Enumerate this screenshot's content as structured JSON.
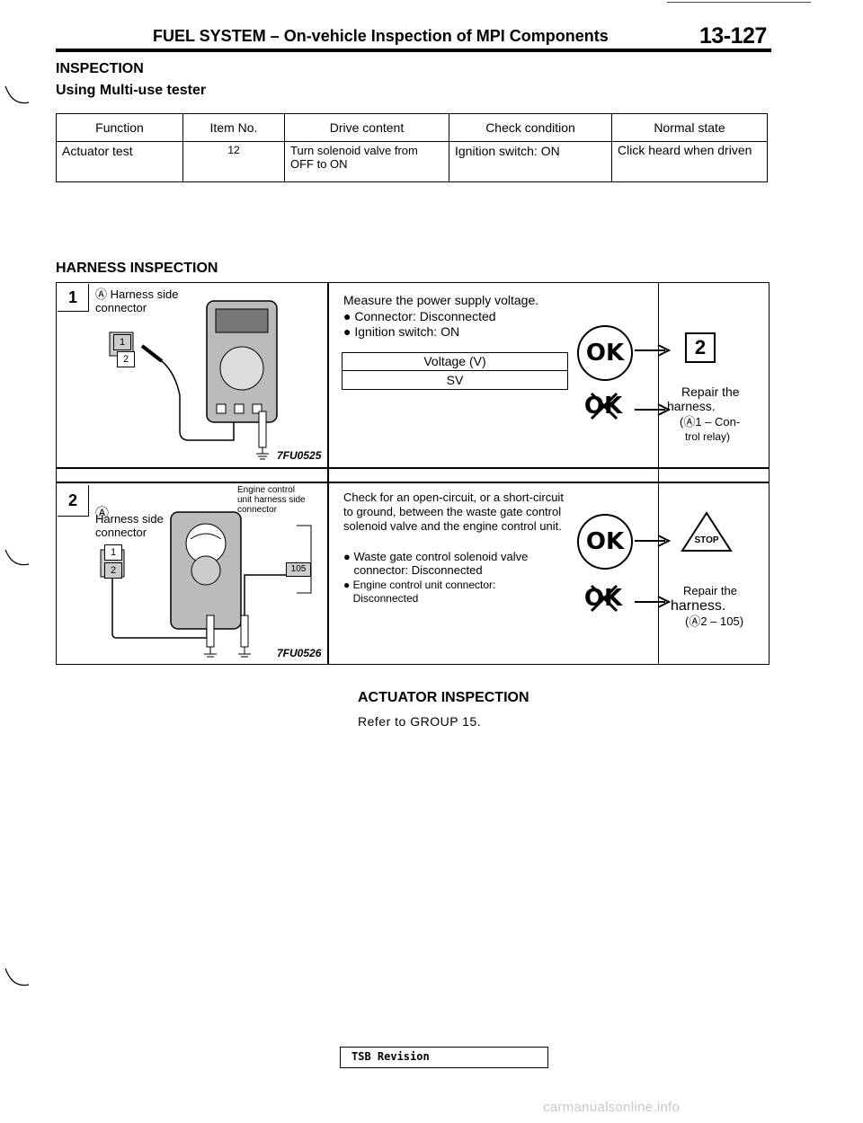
{
  "header": {
    "title": "FUEL SYSTEM – On-vehicle Inspection of MPI Components",
    "page_number": "13-127"
  },
  "inspection": {
    "heading": "INSPECTION",
    "subheading": "Using Multi-use tester",
    "table": {
      "columns": [
        "Function",
        "Item No.",
        "Drive content",
        "Check condition",
        "Normal state"
      ],
      "rows": [
        [
          "Actuator test",
          "12",
          "Turn solenoid valve from OFF to ON",
          "Ignition switch: ON",
          "Click heard when driven"
        ]
      ]
    }
  },
  "harness": {
    "heading": "HARNESS INSPECTION",
    "steps": [
      {
        "number": "1",
        "diagram_label": "Ⓐ Harness side connector",
        "connector_pins": [
          "1",
          "2"
        ],
        "figure_code": "7FU0525",
        "instruction": "Measure the power supply voltage.",
        "bullets": [
          "Connector: Disconnected",
          "Ignition switch: ON"
        ],
        "spec_header": "Voltage (V)",
        "spec_value": "SV",
        "ok_result": "2",
        "ng_result_lines": [
          "Repair the",
          "harness.",
          "(Ⓐ1 – Con-",
          "trol relay)"
        ]
      },
      {
        "number": "2",
        "diagram_label_symbol": "Ⓐ",
        "diagram_label": "Harness side connector",
        "ecu_label": "Engine control unit harness side connector",
        "connector_pins": [
          "1",
          "2"
        ],
        "ecu_pin": "105",
        "figure_code": "7FU0526",
        "instruction": "Check for an open-circuit, or a short-circuit to ground, between the waste gate control solenoid valve and the engine control unit.",
        "bullets": [
          "Waste gate control solenoid valve connector: Disconnected",
          "Engine control unit connector: Disconnected"
        ],
        "ok_result": "STOP",
        "ng_result_lines": [
          "Repair the",
          "harness.",
          "(Ⓐ2 – 105)"
        ]
      }
    ],
    "ok_mark": "OK"
  },
  "actuator": {
    "heading": "ACTUATOR INSPECTION",
    "text": "Refer to GROUP 15."
  },
  "footer": {
    "tsb_label": "TSB Revision",
    "watermark": "carmanualsonline.info"
  }
}
